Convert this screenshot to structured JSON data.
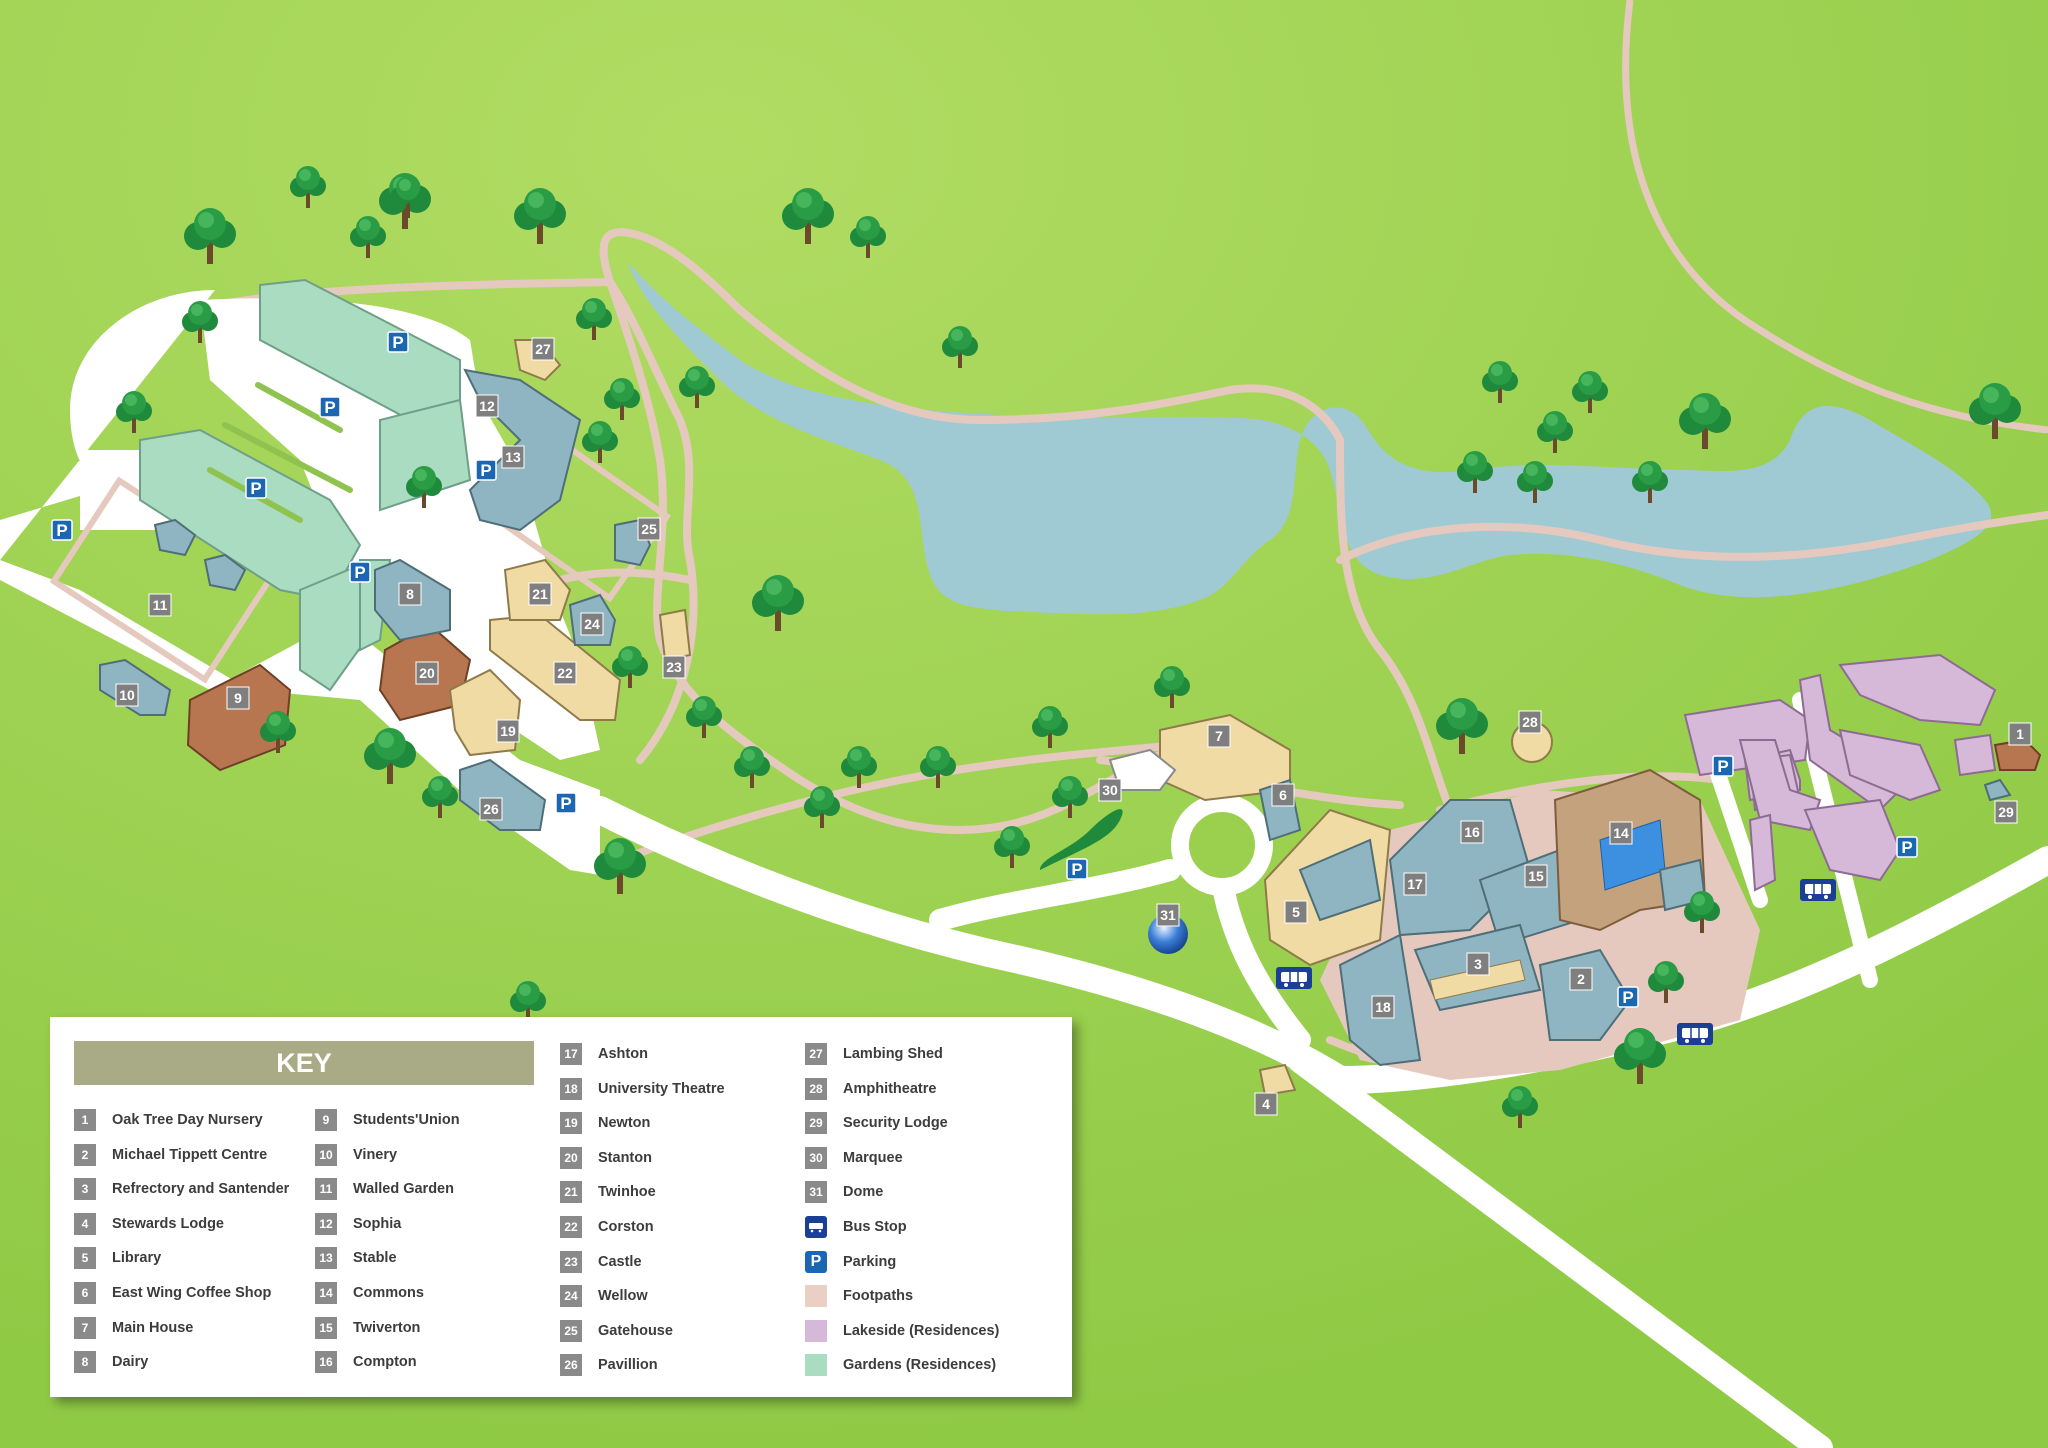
{
  "key": {
    "title": "KEY",
    "items": [
      {
        "num": "1",
        "label": "Oak Tree Day Nursery"
      },
      {
        "num": "2",
        "label": "Michael Tippett Centre"
      },
      {
        "num": "3",
        "label": "Refrectory and Santender"
      },
      {
        "num": "4",
        "label": "Stewards Lodge"
      },
      {
        "num": "5",
        "label": "Library"
      },
      {
        "num": "6",
        "label": "East Wing Coffee Shop"
      },
      {
        "num": "7",
        "label": "Main House"
      },
      {
        "num": "8",
        "label": "Dairy"
      },
      {
        "num": "9",
        "label": "Students'Union"
      },
      {
        "num": "10",
        "label": "Vinery"
      },
      {
        "num": "11",
        "label": "Walled Garden"
      },
      {
        "num": "12",
        "label": "Sophia"
      },
      {
        "num": "13",
        "label": "Stable"
      },
      {
        "num": "14",
        "label": "Commons"
      },
      {
        "num": "15",
        "label": "Twiverton"
      },
      {
        "num": "16",
        "label": "Compton"
      },
      {
        "num": "17",
        "label": "Ashton"
      },
      {
        "num": "18",
        "label": "University Theatre"
      },
      {
        "num": "19",
        "label": "Newton"
      },
      {
        "num": "20",
        "label": "Stanton"
      },
      {
        "num": "21",
        "label": "Twinhoe"
      },
      {
        "num": "22",
        "label": "Corston"
      },
      {
        "num": "23",
        "label": "Castle"
      },
      {
        "num": "24",
        "label": "Wellow"
      },
      {
        "num": "25",
        "label": "Gatehouse"
      },
      {
        "num": "26",
        "label": "Pavillion"
      },
      {
        "num": "27",
        "label": "Lambing Shed"
      },
      {
        "num": "28",
        "label": "Amphitheatre"
      },
      {
        "num": "29",
        "label": "Security Lodge"
      },
      {
        "num": "30",
        "label": "Marquee"
      },
      {
        "num": "31",
        "label": "Dome"
      }
    ],
    "legend": [
      {
        "icon": "bus-stop-icon",
        "label": "Bus Stop"
      },
      {
        "icon": "parking-icon",
        "label": "Parking"
      },
      {
        "icon": "footpaths-swatch",
        "label": "Footpaths"
      },
      {
        "icon": "lakeside-residences-swatch",
        "label": "Lakeside (Residences)"
      },
      {
        "icon": "gardens-residences-swatch",
        "label": "Gardens (Residences)"
      }
    ]
  },
  "map": {
    "parking_symbol": "P",
    "colors": {
      "grass": "#9bd04f",
      "lake": "#9fcad3",
      "footpath": "#e5c9bf",
      "road": "#ffffff",
      "teal_building": "#8fb5c2",
      "cream_building": "#f1dba5",
      "brown_building": "#b87650",
      "lakeside_residences": "#d6b9d9",
      "gardens_residences": "#a9dcc0",
      "marker": "#7f7f7f",
      "parking": "#1b67b1",
      "bus": "#1b3f95"
    }
  }
}
